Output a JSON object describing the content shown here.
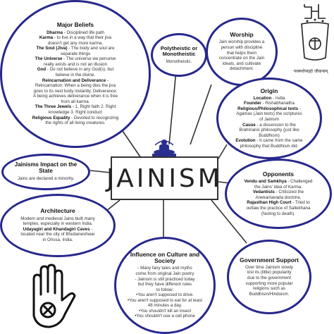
{
  "title": "JAINISM",
  "major_beliefs": {
    "title": "Major Beliefs",
    "lines": [
      [
        {
          "b": "Dharma"
        },
        {
          "t": " - Disciplined life path"
        }
      ],
      [
        {
          "b": "Karma"
        },
        {
          "t": " - to live in a way that their jiva"
        }
      ],
      [
        {
          "t": "doesn't get any more karma."
        }
      ],
      [
        {
          "b": "The Soul (Jiva)"
        },
        {
          "t": " - The body and soul are"
        }
      ],
      [
        {
          "t": "separate things"
        }
      ],
      [
        {
          "b": "The Universe"
        },
        {
          "t": " - The universe we perceive"
        }
      ],
      [
        {
          "t": "really exists and is not an illusion"
        }
      ],
      [
        {
          "b": "God"
        },
        {
          "t": " - Do not believe in any God(s), but"
        }
      ],
      [
        {
          "t": "believe in the divine."
        }
      ],
      [
        {
          "b": "Reincarnation and Deliverance"
        },
        {
          "t": " -"
        }
      ],
      [
        {
          "t": "Reincarnation: When a being dies the jiva"
        }
      ],
      [
        {
          "t": "goes to its next body instantly. Deliverance:"
        }
      ],
      [
        {
          "t": "A being achieves deliverance when it is free"
        }
      ],
      [
        {
          "t": "from all karma."
        }
      ],
      [
        {
          "b": "The Three Jewels"
        },
        {
          "t": " - 1. Right faith 2. Right"
        }
      ],
      [
        {
          "t": "knowledge  3. Right conduct"
        }
      ],
      [
        {
          "b": "Religious Equality"
        },
        {
          "t": " - Devoted to recognizing"
        }
      ],
      [
        {
          "t": "the rights of all living creatures."
        }
      ]
    ]
  },
  "polytheistic": {
    "title": "Polytheistic or Monotheistic",
    "lines": [
      [
        {
          "t": "Monotheistic."
        }
      ]
    ]
  },
  "worship": {
    "title": "Worship",
    "lines": [
      [
        {
          "t": "Jain worship provides a"
        }
      ],
      [
        {
          "t": "person with discipline"
        }
      ],
      [
        {
          "t": "that helps them"
        }
      ],
      [
        {
          "t": "concentrate on the Jain"
        }
      ],
      [
        {
          "t": "ideals, and cultivate"
        }
      ],
      [
        {
          "t": "detachment."
        }
      ]
    ]
  },
  "origin": {
    "title": "Origin",
    "lines": [
      [
        {
          "b": "Location"
        },
        {
          "t": " - India"
        }
      ],
      [
        {
          "b": "Founder"
        },
        {
          "t": " - Rishabhanatha"
        }
      ],
      [
        {
          "b": "Religious/Philosophical texts"
        },
        {
          "t": " -"
        }
      ],
      [
        {
          "t": "Agamas (Jain texts) the scriptures"
        }
      ],
      [
        {
          "t": "of Jainism"
        }
      ],
      [
        {
          "b": "Cause"
        },
        {
          "t": " - a dissension to the"
        }
      ],
      [
        {
          "t": "Brahmanic philosophy (just like"
        }
      ],
      [
        {
          "t": "Buddhism)"
        }
      ],
      [
        {
          "b": "Evolution"
        },
        {
          "t": " - It came from the same"
        }
      ],
      [
        {
          "t": "philosophy that Buddhism did."
        }
      ]
    ]
  },
  "impact": {
    "title": "Jainisms Impact on the State",
    "lines": [
      [
        {
          "t": "Jains are declared a minority."
        }
      ]
    ]
  },
  "opponents": {
    "title": "Opponents",
    "lines": [
      [
        {
          "b": "Vendu and Samkhya"
        },
        {
          "t": " - Challenged"
        }
      ],
      [
        {
          "t": "the Jains' idea of Karma."
        }
      ],
      [
        {
          "b": "Vedantists"
        },
        {
          "t": " - Criticized the"
        }
      ],
      [
        {
          "t": "Anekantavada doctrine."
        }
      ],
      [
        {
          "b": "Rajasthan High Court"
        },
        {
          "t": " - Tried to"
        }
      ],
      [
        {
          "t": "outlaw the practice of Sallekhana"
        }
      ],
      [
        {
          "t": "(fasting to death)."
        }
      ]
    ]
  },
  "architecture": {
    "title": "Architecture",
    "lines": [
      [
        {
          "t": "Modern and medieval Jains built many"
        }
      ],
      [
        {
          "t": "temples, especially in western India."
        }
      ],
      [
        {
          "b": "Udayagiri and Khandagiri Caves"
        },
        {
          "t": " -"
        }
      ],
      [
        {
          "t": "located near the city of Bhubaneshwar"
        }
      ],
      [
        {
          "t": "in Orissa, India."
        }
      ]
    ]
  },
  "influence": {
    "title": "Influence on Culture and Society",
    "lines": [
      [
        {
          "t": "- Many fairy tales and myths"
        }
      ],
      [
        {
          "t": "come from original Jain poetry"
        }
      ],
      [
        {
          "t": "- Jainism is still practiced today"
        }
      ],
      [
        {
          "t": "but they have different rules"
        }
      ],
      [
        {
          "t": "to follow:"
        }
      ],
      [
        {
          "t": "•You aren't supposed to drive."
        }
      ],
      [
        {
          "t": "•You aren't supposed to eat for at least"
        }
      ],
      [
        {
          "t": "48 minutes a day."
        }
      ],
      [
        {
          "t": "•You shouldn't kill an insect"
        }
      ],
      [
        {
          "t": "•You shouldn't use a cell phone"
        }
      ]
    ]
  },
  "government": {
    "title": "Government Support",
    "lines": [
      [
        {
          "t": "Over time Jainism slowly"
        }
      ],
      [
        {
          "t": "lost its (little) popularity"
        }
      ],
      [
        {
          "t": "due to the government"
        }
      ],
      [
        {
          "t": "supporting more popular"
        }
      ],
      [
        {
          "t": "religions such as"
        }
      ],
      [
        {
          "t": "Buddhism/Hinduism."
        }
      ]
    ]
  },
  "emblem_caption": "परस्परोपग्रहो जीवानाम्",
  "colors": {
    "bubble_border": "#27288c",
    "line": "#333333",
    "icon": "#2a2f8f"
  }
}
